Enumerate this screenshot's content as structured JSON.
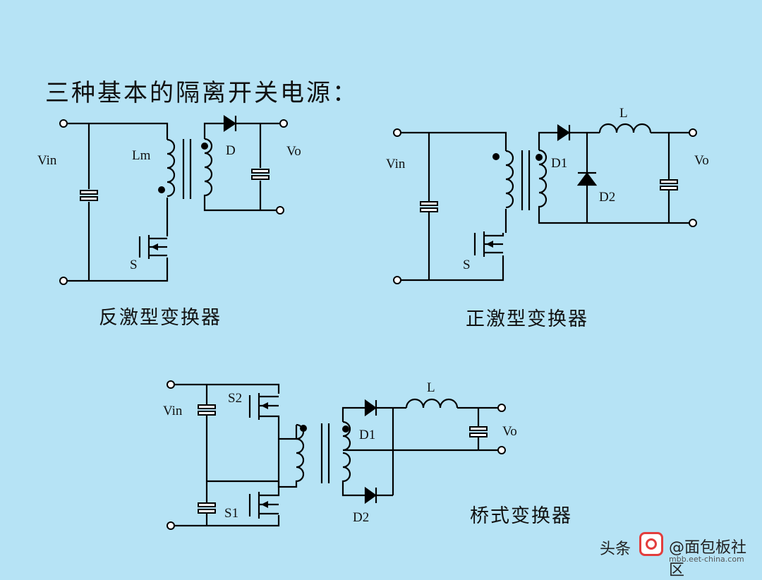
{
  "title": "三种基本的隔离开关电源：",
  "circuits": {
    "flyback": {
      "caption": "反激型变换器",
      "labels": {
        "vin": "Vin",
        "lm": "Lm",
        "d": "D",
        "vo": "Vo",
        "s": "S"
      }
    },
    "forward": {
      "caption": "正激型变换器",
      "labels": {
        "vin": "Vin",
        "d1": "D1",
        "d2": "D2",
        "l": "L",
        "vo": "Vo",
        "s": "S"
      }
    },
    "bridge": {
      "caption": "桥式变换器",
      "labels": {
        "vin": "Vin",
        "s1": "S1",
        "s2": "S2",
        "d1": "D1",
        "d2": "D2",
        "l": "L",
        "vo": "Vo"
      }
    }
  },
  "watermark": {
    "prefix": "头条",
    "name": "@面包板社区",
    "url": "mbb.eet-china.com"
  }
}
